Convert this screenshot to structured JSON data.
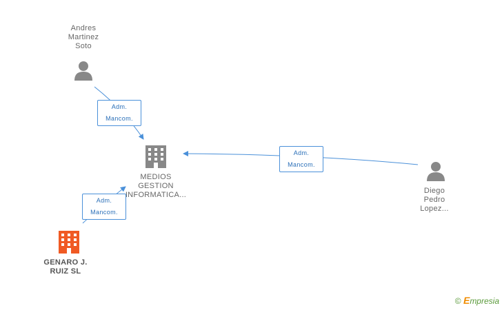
{
  "nodes": {
    "andres": {
      "label": "Andres\nMartinez\nSoto",
      "icon": "person-icon"
    },
    "medios": {
      "label": "MEDIOS\nGESTION\nINFORMATICA...",
      "icon": "building-icon"
    },
    "diego": {
      "label": "Diego\nPedro\nLopez...",
      "icon": "person-icon"
    },
    "genaro": {
      "label": "GENARO J.\nRUIZ SL",
      "icon": "building-icon",
      "color": "#f05a24"
    }
  },
  "edges": [
    {
      "from": "andres",
      "to": "medios",
      "label": "Adm.\nMancom."
    },
    {
      "from": "diego",
      "to": "medios",
      "label": "Adm.\nMancom."
    },
    {
      "from": "genaro",
      "to": "medios",
      "label": "Adm.\nMancom."
    }
  ],
  "footer": {
    "copyright": "©",
    "brand_e": "E",
    "brand_rest": "mpresia"
  },
  "colors": {
    "edge": "#4a90d9",
    "person": "#888888",
    "building": "#888888",
    "highlight": "#f05a24"
  }
}
